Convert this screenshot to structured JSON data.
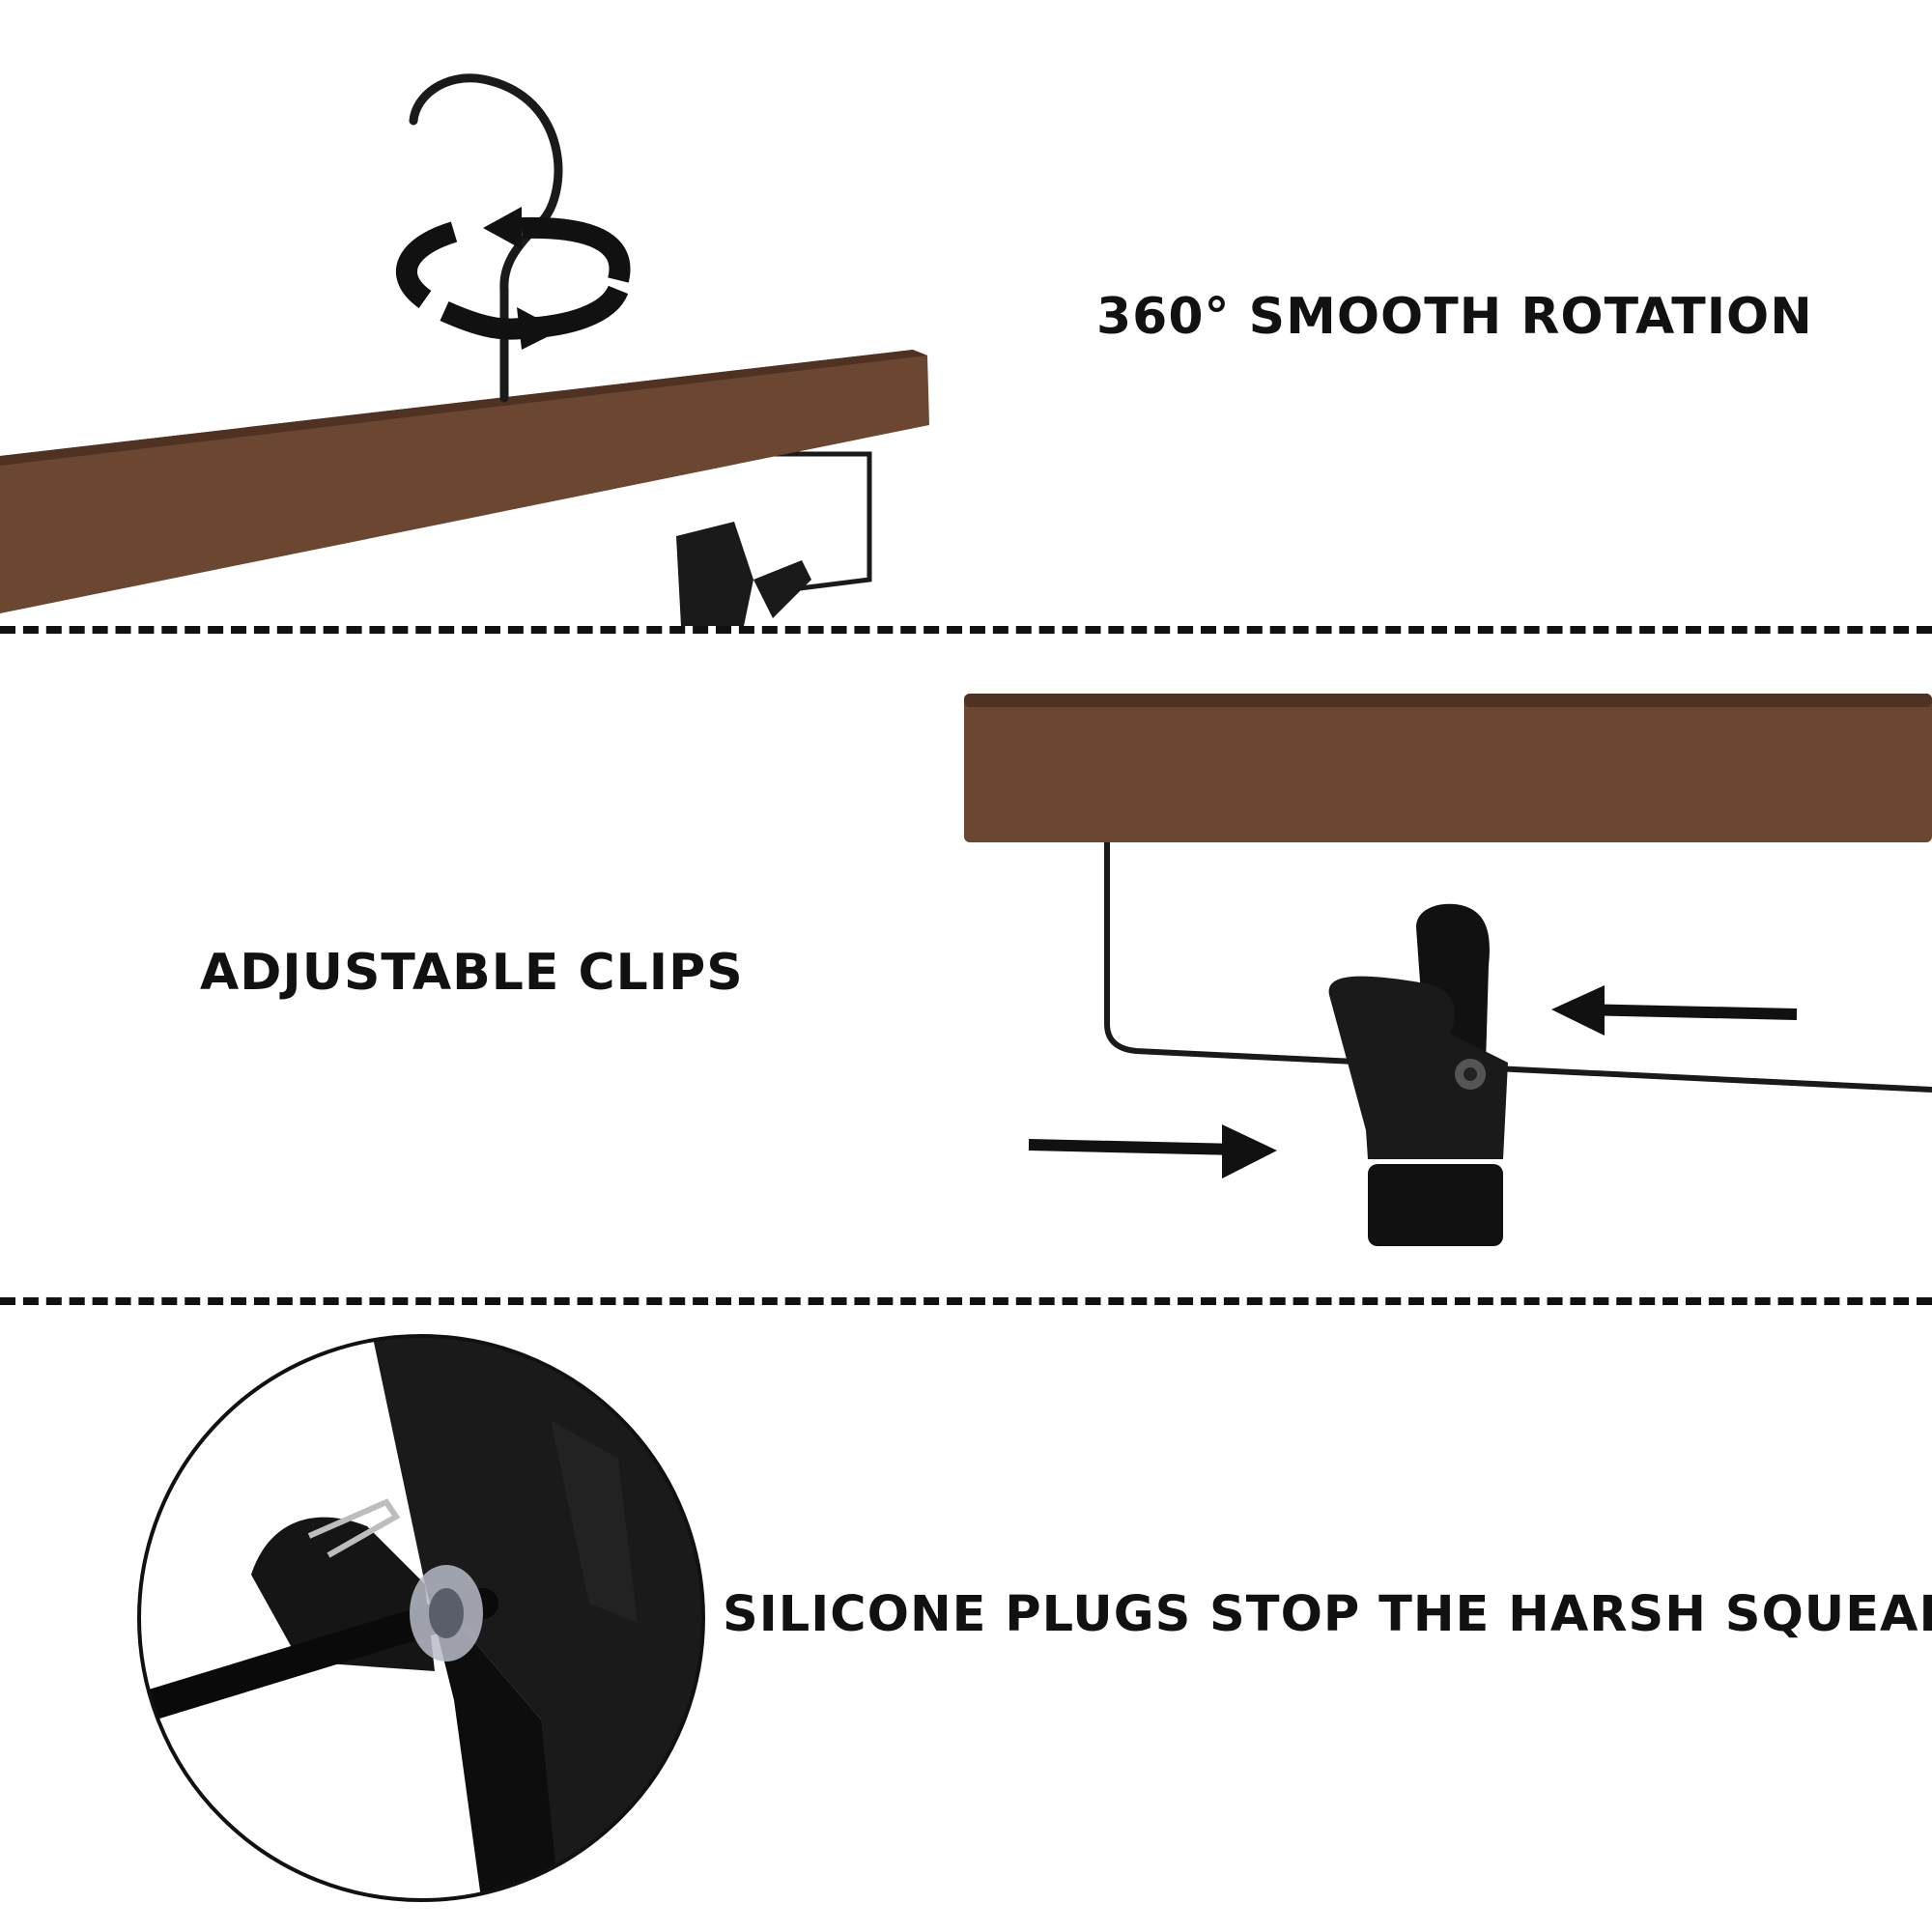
{
  "features": {
    "rotation": "360° SMOOTH ROTATION",
    "clips": "ADJUSTABLE CLIPS",
    "silicone": "SILICONE PLUGS STOP THE HARSH SQUEAK"
  },
  "colors": {
    "background": "#ffffff",
    "text": "#111111",
    "wood": "#6b4631",
    "wood_dark": "#4f3222",
    "metal": "#1a1a1a",
    "divider": "#111111"
  },
  "icons": [
    "rotation-arrows-icon",
    "arrow-left-icon",
    "arrow-right-icon"
  ]
}
